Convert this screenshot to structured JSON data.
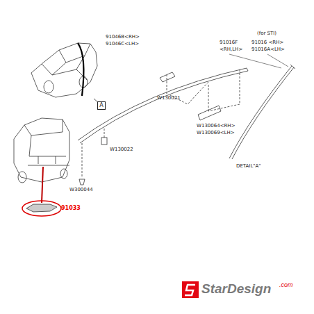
{
  "diagram": {
    "nodes": [
      {
        "text": [
          "A"
        ]
      }
    ],
    "labels": [
      "91046B<RH>",
      "91046C<LH>",
      "W130022",
      "W300044",
      "W130021",
      "W130064<RH>",
      "W130069<LH>",
      "(for STI)",
      "91016F",
      "<RH,LH>",
      "91016 <RH>",
      "91016A<LH>",
      "DETAIL\"A\"",
      "91033",
      "StarDesign",
      ".com"
    ]
  }
}
